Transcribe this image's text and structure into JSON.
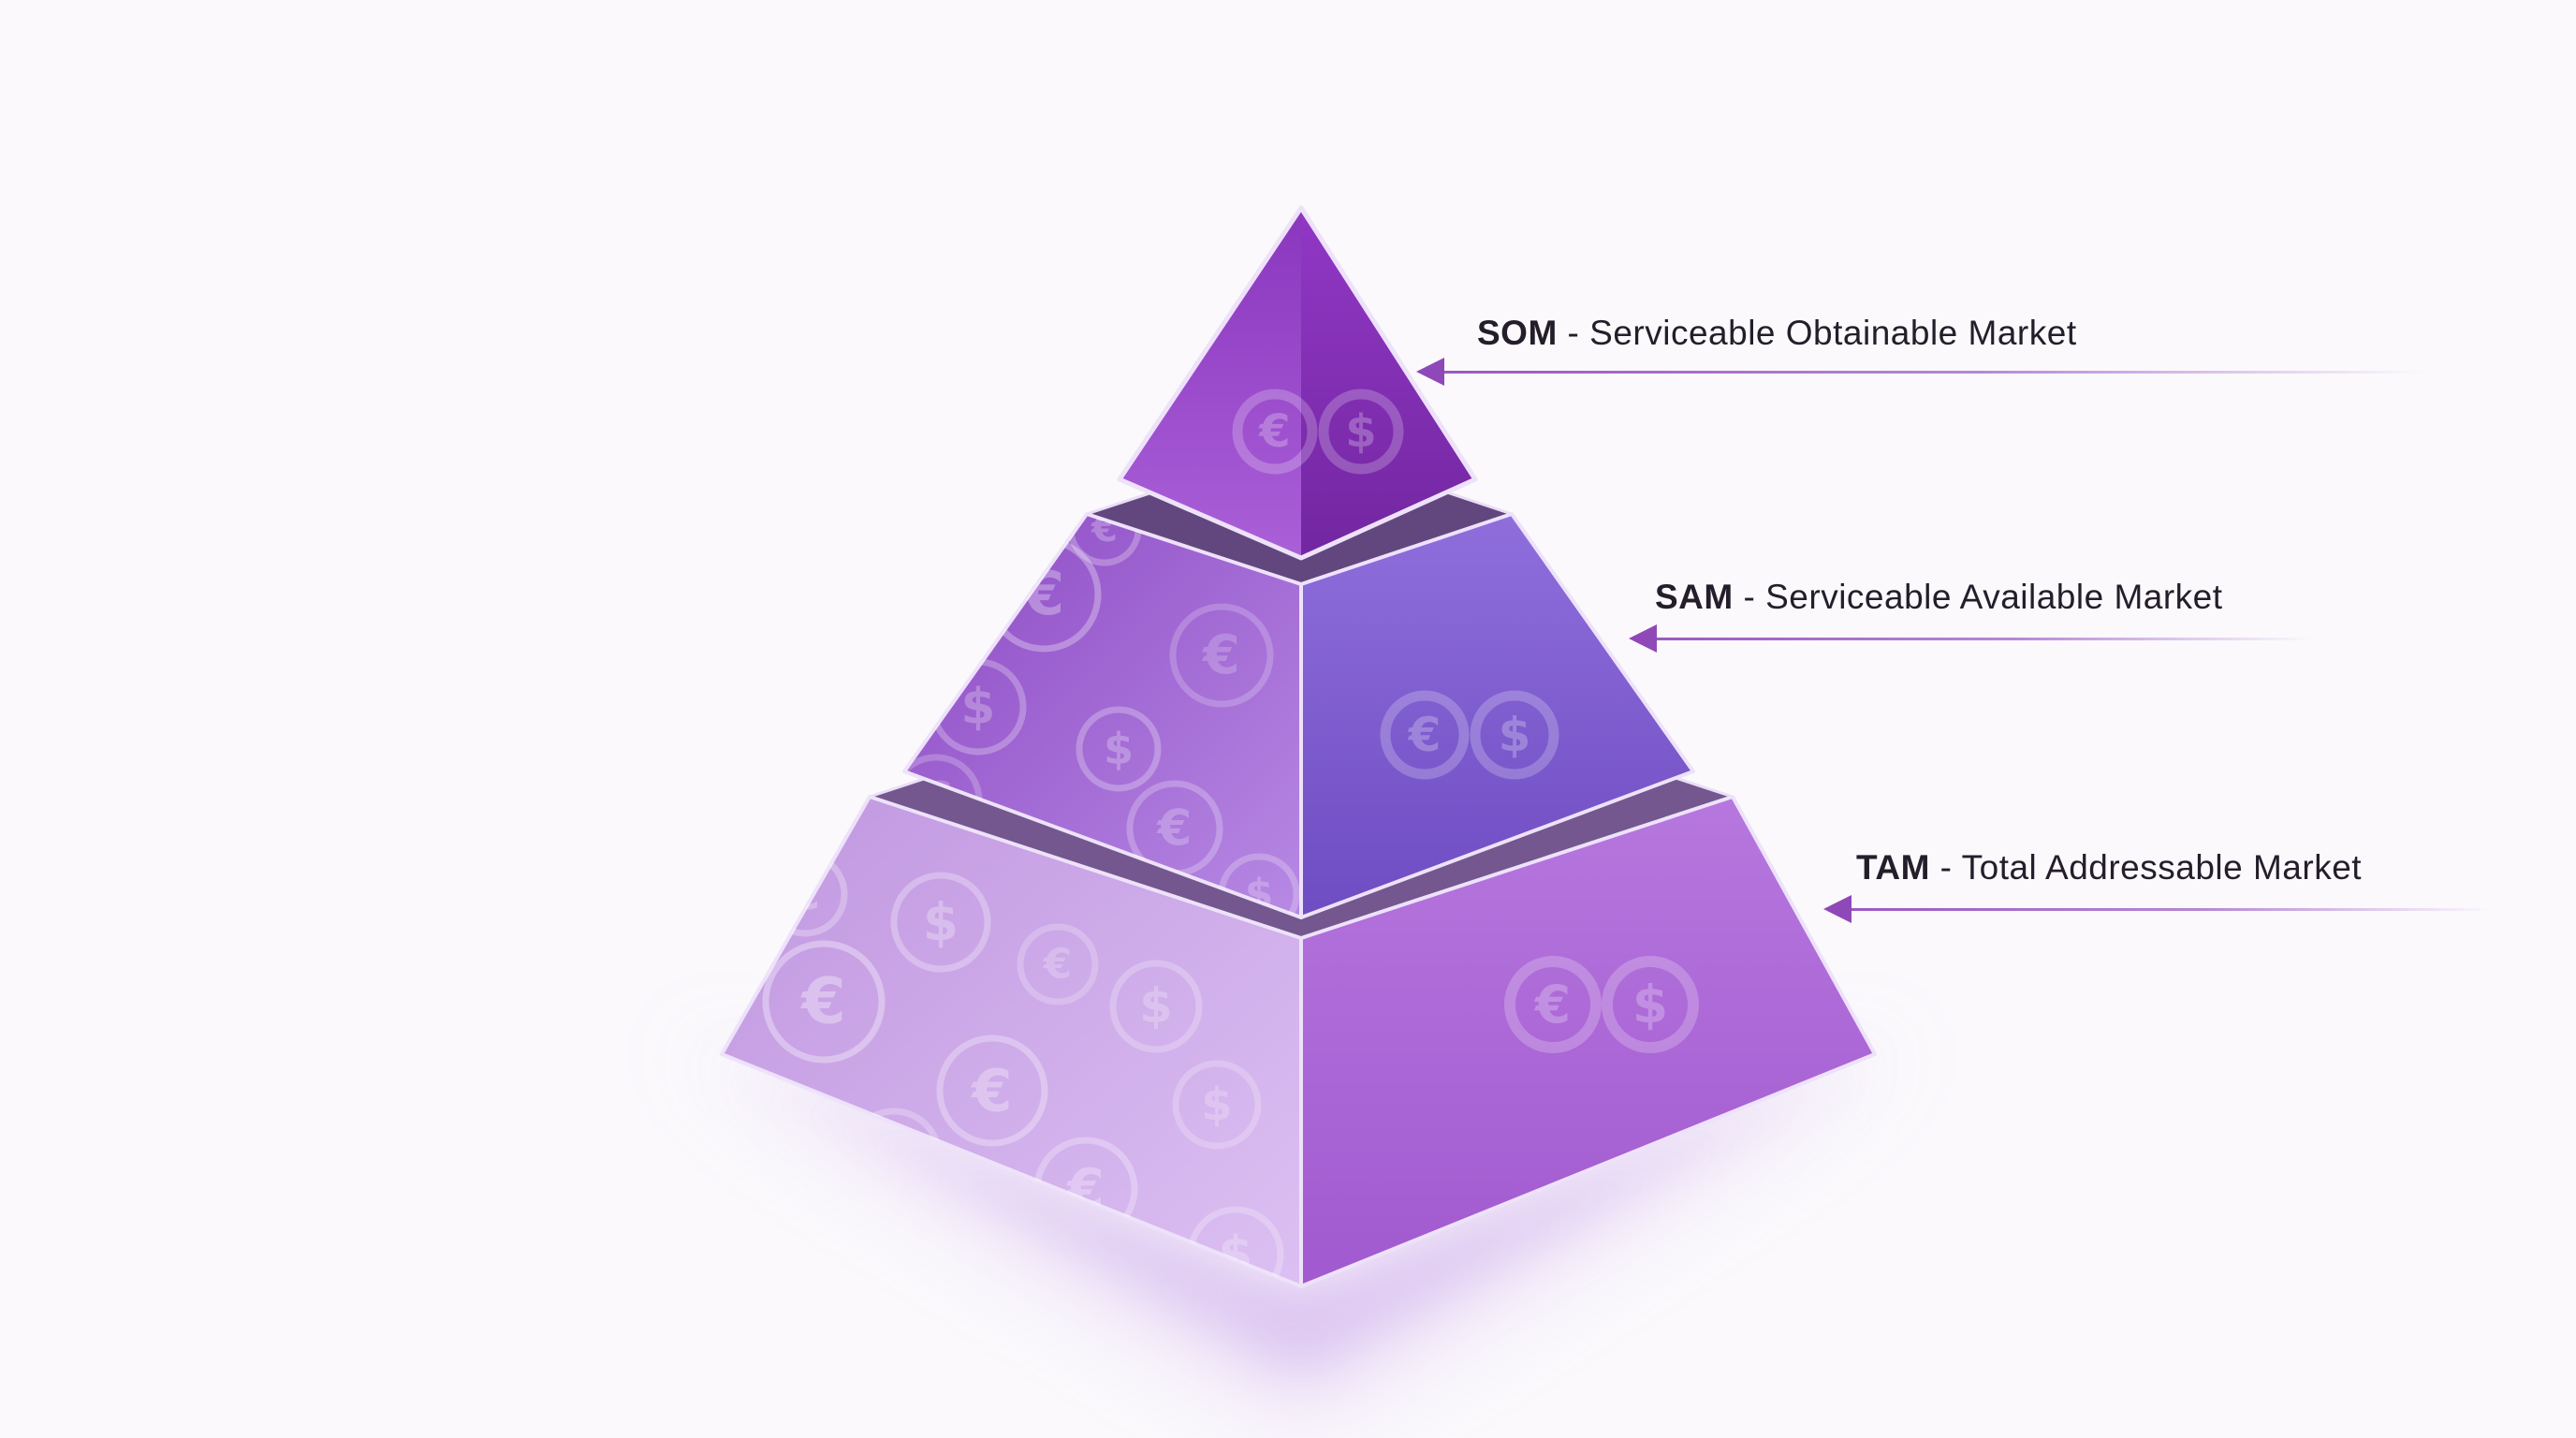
{
  "labels": [
    {
      "id": "som",
      "acronym": "SOM",
      "rest": " - Serviceable Obtainable Market"
    },
    {
      "id": "sam",
      "acronym": "SAM",
      "rest": " - Serviceable Available Market"
    },
    {
      "id": "tam",
      "acronym": "TAM",
      "rest": " - Total Addressable Market"
    }
  ],
  "symbols": {
    "euro": "€",
    "dollar": "$"
  },
  "palette": {
    "background": "#fbf9fc",
    "label_text": "#241e2b",
    "accent_line": "#9b59c1",
    "arrowhead": "#8f48b8",
    "edge_highlight": "#eee2fa",
    "som_left_top": "#8a36be",
    "som_left_bottom": "#aa60d8",
    "som_right_top": "#9138c6",
    "som_right_bottom": "#7226a0",
    "sam_left_top": "#8d4ac4",
    "sam_left_bottom": "#b789e4",
    "sam_right_top": "#8f6edc",
    "sam_right_bottom": "#6e4cc2",
    "tam_left_top": "#c096e0",
    "tam_left_bottom": "#dcc0f2",
    "tam_right_top": "#b677de",
    "tam_right_bottom": "#a159cf",
    "sam_top_band": "#62477e",
    "tam_top_band": "#74578f",
    "coin_overlay": "#ffffff",
    "shadow_glow": "#c9a4ea"
  }
}
